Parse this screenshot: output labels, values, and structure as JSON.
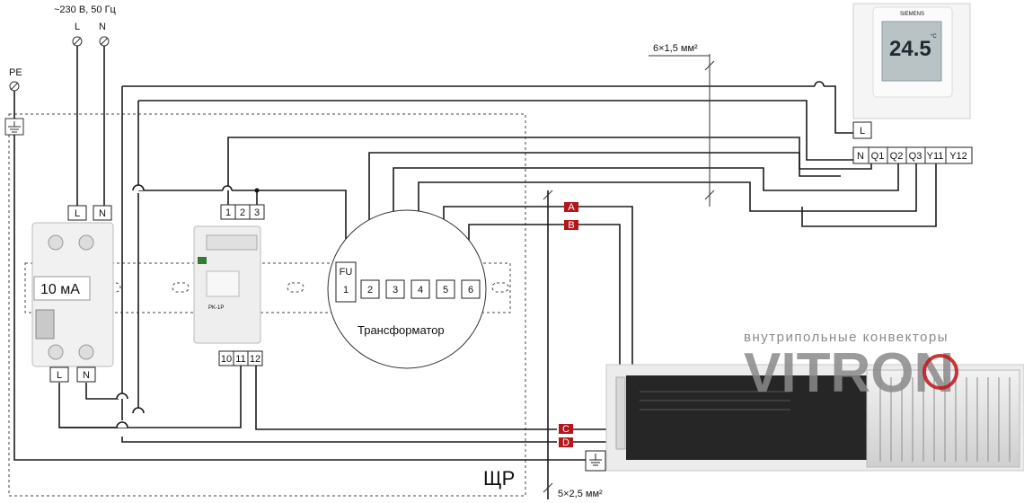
{
  "supply": {
    "voltage": "~230 В, 50 Гц",
    "phase": "L",
    "neutral": "N",
    "earth": "PE"
  },
  "cables": {
    "thermostat": "6×1,5 мм²",
    "convector": "5×2,5 мм²"
  },
  "panel": {
    "label": "ЩР"
  },
  "rcbo": {
    "in_terminals": [
      "L",
      "N"
    ],
    "out_terminals": [
      "L",
      "N"
    ],
    "rating": "10 мА"
  },
  "relay": {
    "top_terminals": [
      "1",
      "2",
      "3"
    ],
    "bottom_terminals": [
      "10",
      "11",
      "12"
    ],
    "model": "PK-1P"
  },
  "transformer": {
    "label": "Трансформатор",
    "fuse": [
      "FU",
      "1"
    ],
    "terminals": [
      "2",
      "3",
      "4",
      "5",
      "6"
    ]
  },
  "thermostat": {
    "brand": "SIEMENS",
    "display": "24.5",
    "unit": "°C",
    "terminals_top": [
      "L"
    ],
    "terminals": [
      "N",
      "Q1",
      "Q2",
      "Q3",
      "Y11",
      "Y12"
    ]
  },
  "markers": [
    "A",
    "B",
    "C",
    "D"
  ],
  "brand": {
    "tagline": "внутрипольные конвекторы",
    "name": "VITRON"
  },
  "colors": {
    "marker": "#b5161b",
    "wire": "#1a1a1a",
    "brand_grey": "#8a8a8a",
    "brand_red": "#c0141a"
  }
}
